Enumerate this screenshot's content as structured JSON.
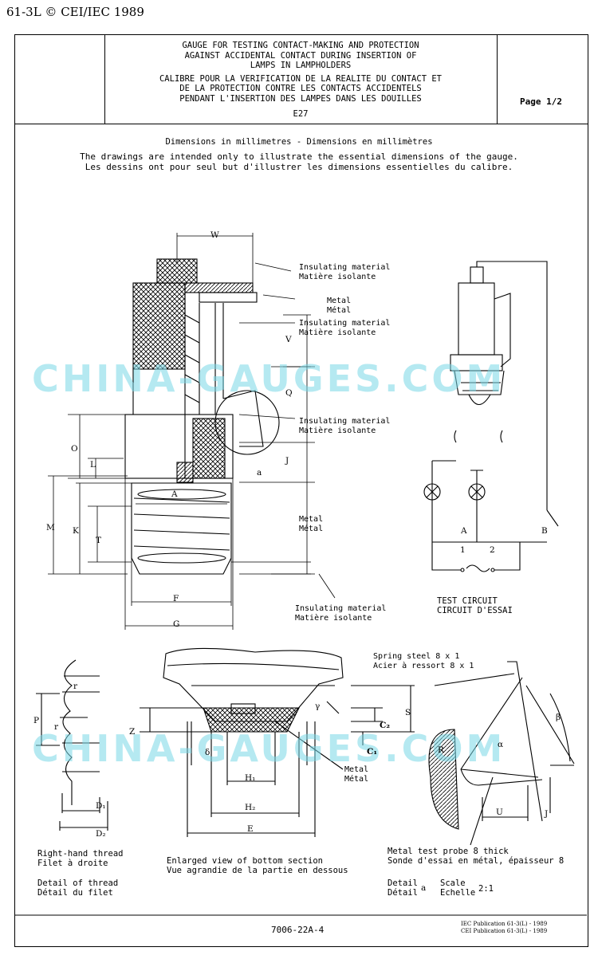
{
  "corner_ref": "61-3L © CEI/IEC 1989",
  "header": {
    "title_en_1": "GAUGE FOR TESTING CONTACT-MAKING AND PROTECTION",
    "title_en_2": "AGAINST ACCIDENTAL CONTACT DURING INSERTION OF",
    "title_en_3": "LAMPS IN LAMPHOLDERS",
    "title_fr_1": "CALIBRE POUR LA VERIFICATION DE LA REALITE DU CONTACT ET",
    "title_fr_2": "DE LA PROTECTION CONTRE LES CONTACTS ACCIDENTELS",
    "title_fr_3": "PENDANT L'INSERTION DES LAMPES DANS LES DOUILLES",
    "cap": "E27",
    "page": "Page 1/2"
  },
  "intro": {
    "dimensions": "Dimensions in millimetres - Dimensions en millimètres",
    "note_en": "The drawings are intended only to illustrate the essential dimensions of the gauge.",
    "note_fr": "Les dessins ont pour seul but d'illustrer les dimensions essentielles du calibre."
  },
  "main_labels": {
    "insulating_1_en": "Insulating material",
    "insulating_1_fr": "Matière isolante",
    "metal_1_en": "Metal",
    "metal_1_fr": "Métal",
    "insulating_2_en": "Insulating material",
    "insulating_2_fr": "Matière isolante",
    "insulating_3_en": "Insulating material",
    "insulating_3_fr": "Matière isolante",
    "metal_2_en": "Metal",
    "metal_2_fr": "Métal",
    "insulating_4_en": "Insulating material",
    "insulating_4_fr": "Matière isolante"
  },
  "dims": {
    "W": "W",
    "V": "V",
    "Q": "Q",
    "J": "J",
    "O": "O",
    "L": "L",
    "M": "M",
    "K": "K",
    "T": "T",
    "A": "A",
    "F": "F",
    "G": "G",
    "a": "a",
    "P": "P",
    "r1": "r",
    "r2": "r",
    "D1": "D₁",
    "D2": "D₂",
    "Z": "Z",
    "S": "S",
    "C2": "C₂",
    "C1": "C₁",
    "H1": "H₁",
    "H2": "H₂",
    "E": "E",
    "gamma": "γ",
    "delta": "δ",
    "R": "R",
    "U": "U",
    "J2": "J",
    "alpha": "α",
    "beta": "β",
    "circuit_A": "A",
    "circuit_B": "B",
    "circuit_1": "1",
    "circuit_2": "2"
  },
  "circuit": {
    "title_en": "TEST CIRCUIT",
    "title_fr": "CIRCUIT D'ESSAI"
  },
  "thread": {
    "right_en": "Right-hand thread",
    "right_fr": "Filet à droite",
    "detail_en": "Detail of thread",
    "detail_fr": "Détail du filet"
  },
  "bottom": {
    "metal_en": "Metal",
    "metal_fr": "Métal",
    "enlarged_en": "Enlarged view of bottom section",
    "enlarged_fr": "Vue agrandie de la partie en dessous"
  },
  "detail_a": {
    "spring_en": "Spring steel 8 x 1",
    "spring_fr": "Acier à ressort 8 x 1",
    "probe_en": "Metal test probe 8 thick",
    "probe_fr": "Sonde d'essai en métal, épaisseur 8",
    "detail_en": "Detail",
    "detail_fr": "Détail",
    "detail_letter": "a",
    "scale_en": "Scale",
    "scale_fr": "Echelle",
    "scale_value": "2:1"
  },
  "watermark": "CHINA-GAUGES.COM",
  "footer": {
    "drawing_no": "7006-22A-4",
    "pub_iec": "IEC Publication 61-3(L) - 1989",
    "pub_cei": "CEI Publication 61-3(L) - 1989"
  }
}
